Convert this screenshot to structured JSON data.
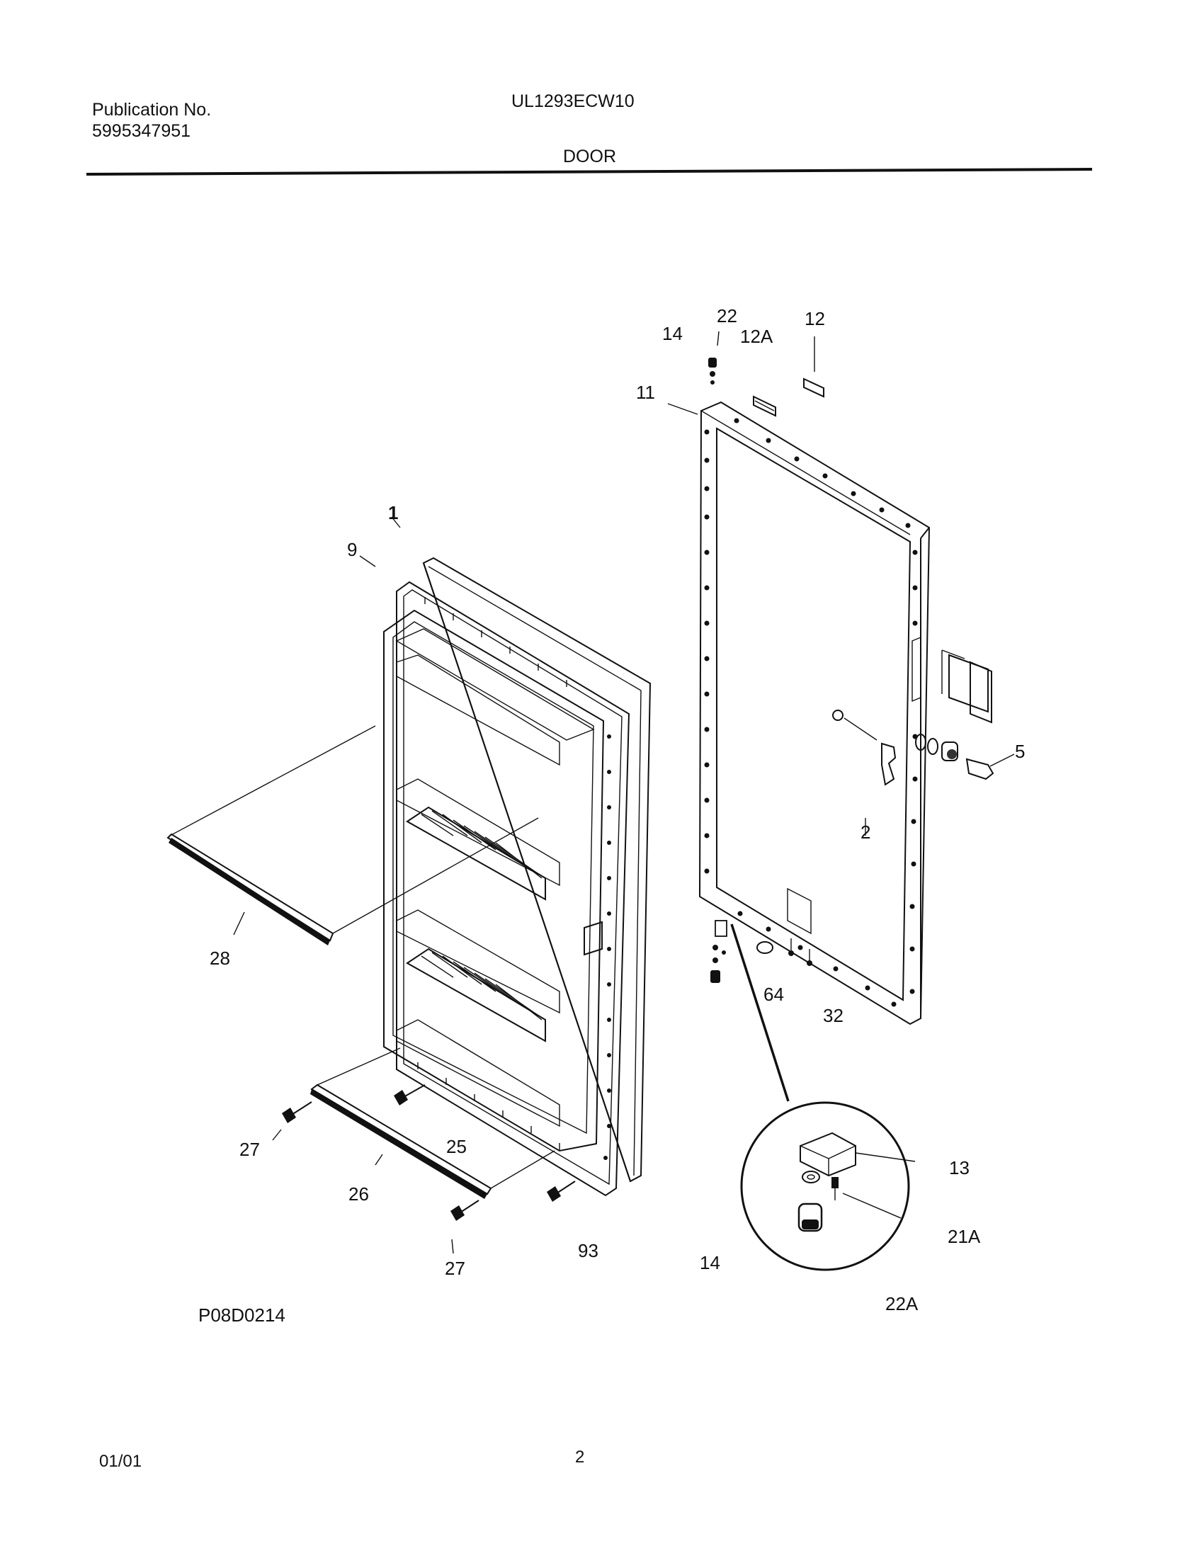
{
  "header": {
    "publication_label": "Publication No.",
    "publication_number": "5995347951",
    "model": "UL1293ECW10",
    "section": "DOOR"
  },
  "diagram": {
    "drawing_number": "P08D0214",
    "callouts": {
      "c1": "1",
      "c2": "2",
      "c5": "5",
      "c9": "9",
      "c11": "11",
      "c12": "12",
      "c12a": "12A",
      "c13": "13",
      "c14_top": "14",
      "c14_bottom": "14",
      "c21a": "21A",
      "c22": "22",
      "c22a": "22A",
      "c25": "25",
      "c26": "26",
      "c27_left": "27",
      "c27_bottom": "27",
      "c28": "28",
      "c32": "32",
      "c64": "64",
      "c93": "93"
    }
  },
  "footer": {
    "date": "01/01",
    "page": "2"
  }
}
